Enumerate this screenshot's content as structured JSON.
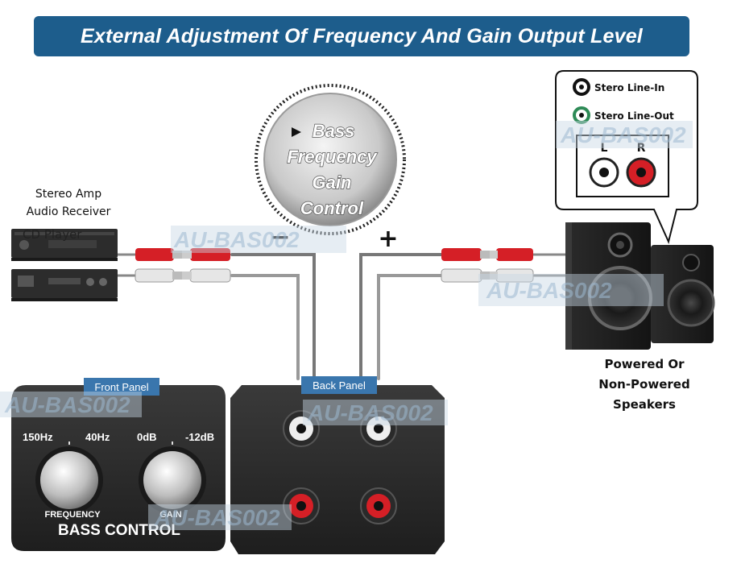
{
  "title": "External Adjustment Of Frequency And Gain Output Level",
  "source": {
    "amp_label_line1": "Stereo Amp",
    "amp_label_line2": "Audio Receiver",
    "cd_label": "CD Player"
  },
  "knob": {
    "line1": "Bass",
    "line2": "Frequency",
    "line3": "Gain",
    "line4": "Control",
    "minus": "−",
    "plus": "+"
  },
  "speaker_inputs": {
    "line_in": "Stero Line-In",
    "line_out": "Stero Line-Out",
    "left": "L",
    "right": "R"
  },
  "speakers": {
    "line1": "Powered Or",
    "line2": "Non-Powered",
    "line3": "Speakers"
  },
  "front_panel": {
    "tag": "Front Panel",
    "freq_high": "150Hz",
    "freq_low": "40Hz",
    "gain_high": "0dB",
    "gain_low": "-12dB",
    "freq_label": "FREQUENCY",
    "gain_label": "GAIN",
    "brand": "BASS CONTROL"
  },
  "back_panel": {
    "tag": "Back Panel"
  },
  "watermark": "AU-BAS002",
  "colors": {
    "banner": "#1d5d8c",
    "tag": "#3a76ad",
    "rca_red": "#d51f26",
    "rca_white": "#eeeeee",
    "cable": "#8a8a8a",
    "line_out_ring": "#2e8b57",
    "line_in_ring": "#111111"
  }
}
